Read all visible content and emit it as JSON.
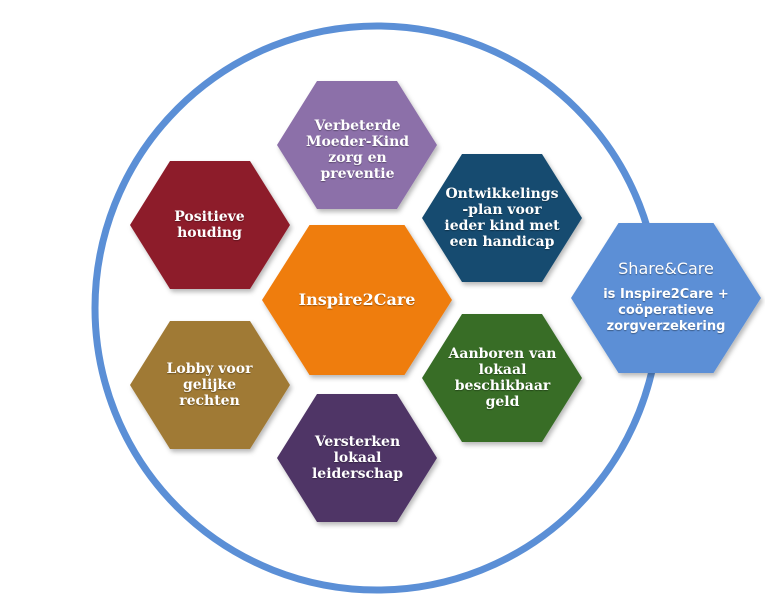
{
  "center": {
    "label": "Inspire2Care",
    "color": "#ef7d0f"
  },
  "hexagons": [
    {
      "id": "moeder-kind",
      "label": "Verbeterde\nMoeder-Kind\nzorg en\npreventie",
      "color": "#8c6fa9"
    },
    {
      "id": "ontwikkelingsplan",
      "label": "Ontwikkelings\n-plan voor\nieder kind met\neen handicap",
      "color": "#174b6f"
    },
    {
      "id": "lokaal-geld",
      "label": "Aanboren van\nlokaal\nbeschikbaar\ngeld",
      "color": "#386d27"
    },
    {
      "id": "leiderschap",
      "label": "Versterken\nlokaal\nleiderschap",
      "color": "#4f3466"
    },
    {
      "id": "lobby",
      "label": "Lobby voor\ngelijke\nrechten",
      "color": "#a07a35"
    },
    {
      "id": "houding",
      "label": "Positieve\nhouding",
      "color": "#8d1d2a"
    }
  ],
  "share": {
    "title": "Share&Care",
    "subtitle": "is Inspire2Care +\ncoöperatieve\nzorgverzekering",
    "color": "#5b8fd6"
  },
  "ring_color": "#5b8fd6"
}
